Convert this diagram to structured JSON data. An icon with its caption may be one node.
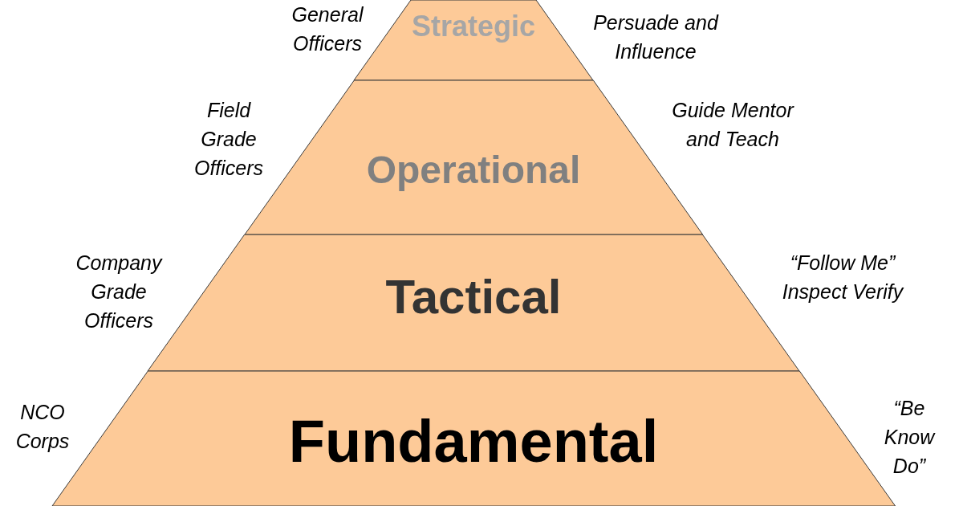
{
  "diagram": {
    "nodes": [
      {
        "text": [
          "Strategic"
        ],
        "beside": [
          "General Officers",
          "Persuade and Influence"
        ]
      },
      {
        "text": [
          "Operational"
        ],
        "beside": [
          "Field Grade Officers",
          "Guide Mentor and Teach"
        ]
      },
      {
        "text": [
          "Tactical"
        ],
        "beside": [
          "Company Grade Officers",
          "“Follow Me” Inspect Verify"
        ]
      },
      {
        "text": [
          "Fundamental"
        ],
        "beside": [
          "NCO Corps",
          "“Be Know Do”"
        ]
      }
    ]
  }
}
